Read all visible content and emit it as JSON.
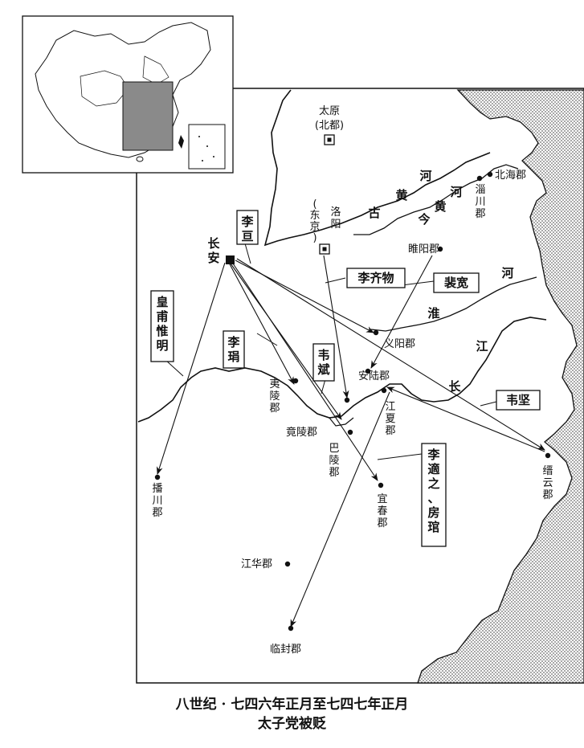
{
  "places": {
    "taiyuan": "太原",
    "taiyuan_sub": "(北都)",
    "luoyang": "洛阳",
    "luoyang_sub": "(东京)",
    "changan": "长安",
    "beihai": "北海郡",
    "zichuan": "淄川郡",
    "suiyang": "睢阳郡",
    "yiyang": "义阳郡",
    "anlu": "安陆郡",
    "yiling": "夷陵郡",
    "jingling": "竟陵郡",
    "jiangxia": "江夏郡",
    "baling": "巴陵郡",
    "yichun": "宜春郡",
    "jinyun": "缙云郡",
    "bochuan": "播川郡",
    "jianghua": "江华郡",
    "linfeng": "临封郡"
  },
  "rivers": {
    "gu_huanghe": [
      "古",
      "黄",
      "河"
    ],
    "jin_huanghe": [
      "今",
      "黄",
      "河"
    ],
    "huai": "淮",
    "huai_he": "河",
    "jiang": "江",
    "chang": "长"
  },
  "people": {
    "li_ju": "李亘",
    "huangfu_weiming": "皇甫惟明",
    "li_jun": "李琄",
    "wei_bin": "韦斌",
    "li_qiwu": "李齐物",
    "pei_kuan": "裴宽",
    "wei_jian": "韦坚",
    "li_shizhi_fang": "李適之、房琯"
  },
  "caption": {
    "line1": "八世纪 · 七四六年正月至七四七年正月",
    "line2": "太子党被贬"
  },
  "inset_map": {
    "label": "China locator map with shaded study area"
  }
}
